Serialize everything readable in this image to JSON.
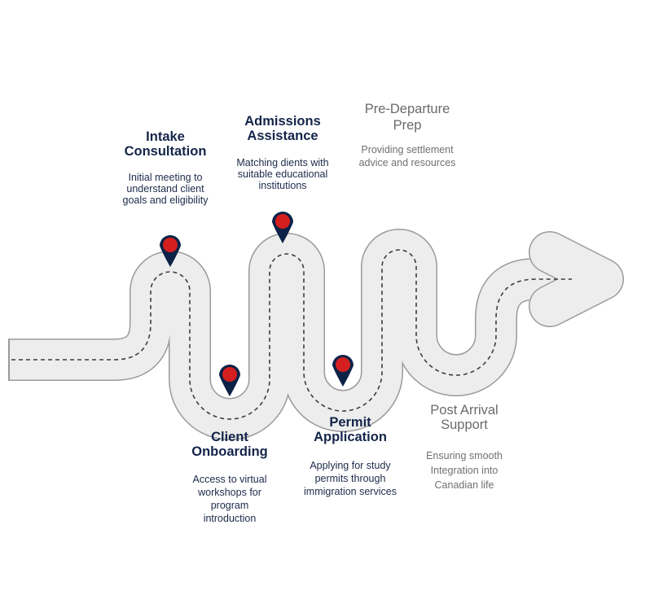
{
  "colors": {
    "road_fill": "#ededed",
    "road_edge": "#9a9a9a",
    "road_dash": "#3d3d3d",
    "pin_body": "#0d2247",
    "pin_dot": "#d51f1f",
    "title_dark": "#14254a",
    "text_gray": "#6a6a6a"
  },
  "steps": [
    {
      "title_lines": [
        "Intake",
        "Consultation"
      ],
      "desc_lines": [
        "Initial meeting to",
        "understand client",
        "goals and eligibility"
      ],
      "pin_icon": "map-pin-icon"
    },
    {
      "title_lines": [
        "Client",
        "Onboarding"
      ],
      "desc_lines": [
        "Access to virtual",
        "workshops for",
        "program",
        "introduction"
      ],
      "pin_icon": "map-pin-icon"
    },
    {
      "title_lines": [
        "Admissions",
        "Assistance"
      ],
      "desc_lines": [
        "Matching dients with",
        "suitable educational",
        "institutions"
      ],
      "pin_icon": "map-pin-icon"
    },
    {
      "title_lines": [
        "Permit",
        "Application"
      ],
      "desc_lines": [
        "Applying for study",
        "permits through",
        "immigration services"
      ],
      "pin_icon": "map-pin-icon"
    },
    {
      "title_lines": [
        "Pre-Departure",
        "Prep"
      ],
      "desc_lines": [
        "Providing settlement",
        "advice and resources"
      ]
    },
    {
      "title_lines": [
        "Post Arrival",
        "Support"
      ],
      "desc_lines": [
        "Ensuring smooth",
        "Integration into",
        "Canadian life"
      ]
    }
  ]
}
